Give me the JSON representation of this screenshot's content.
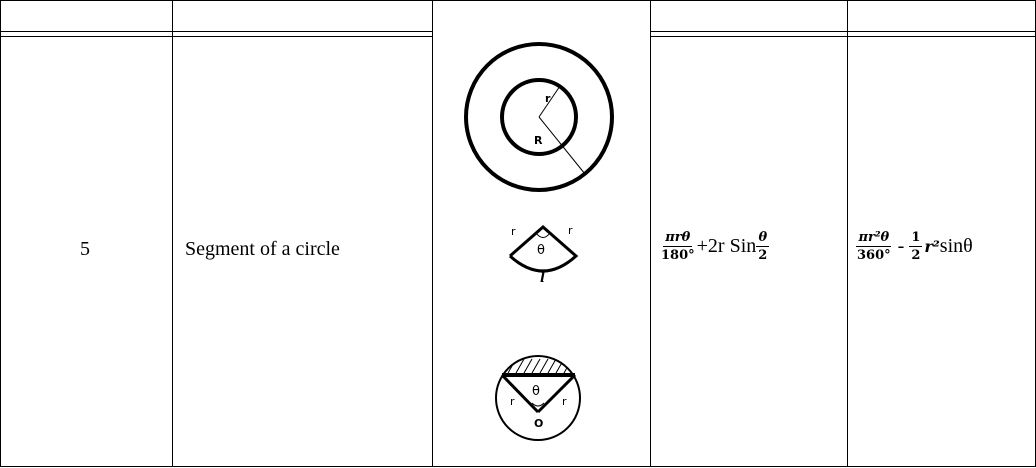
{
  "row": {
    "number": "5",
    "shape_name": "Segment of a circle"
  },
  "figures": {
    "annulus": {
      "inner_radius_label": "r",
      "outer_radius_label": "R"
    },
    "sector": {
      "side_label_left": "r",
      "side_label_right": "r",
      "angle_label": "θ",
      "arc_label": "l"
    },
    "segment": {
      "side_label_left": "r",
      "side_label_right": "r",
      "angle_label": "θ",
      "center_label": "O"
    }
  },
  "perimeter": {
    "frac1_num": "πrθ",
    "frac1_den": "180°",
    "middle_text": "+2r Sin",
    "frac2_num": "θ",
    "frac2_den": "2"
  },
  "area": {
    "frac1_num": "πr²θ",
    "frac1_den": "360°",
    "minus_text": " - ",
    "frac2_num": "1",
    "frac2_den": "2",
    "r_squared": "r²",
    "tail_text": "sinθ"
  }
}
